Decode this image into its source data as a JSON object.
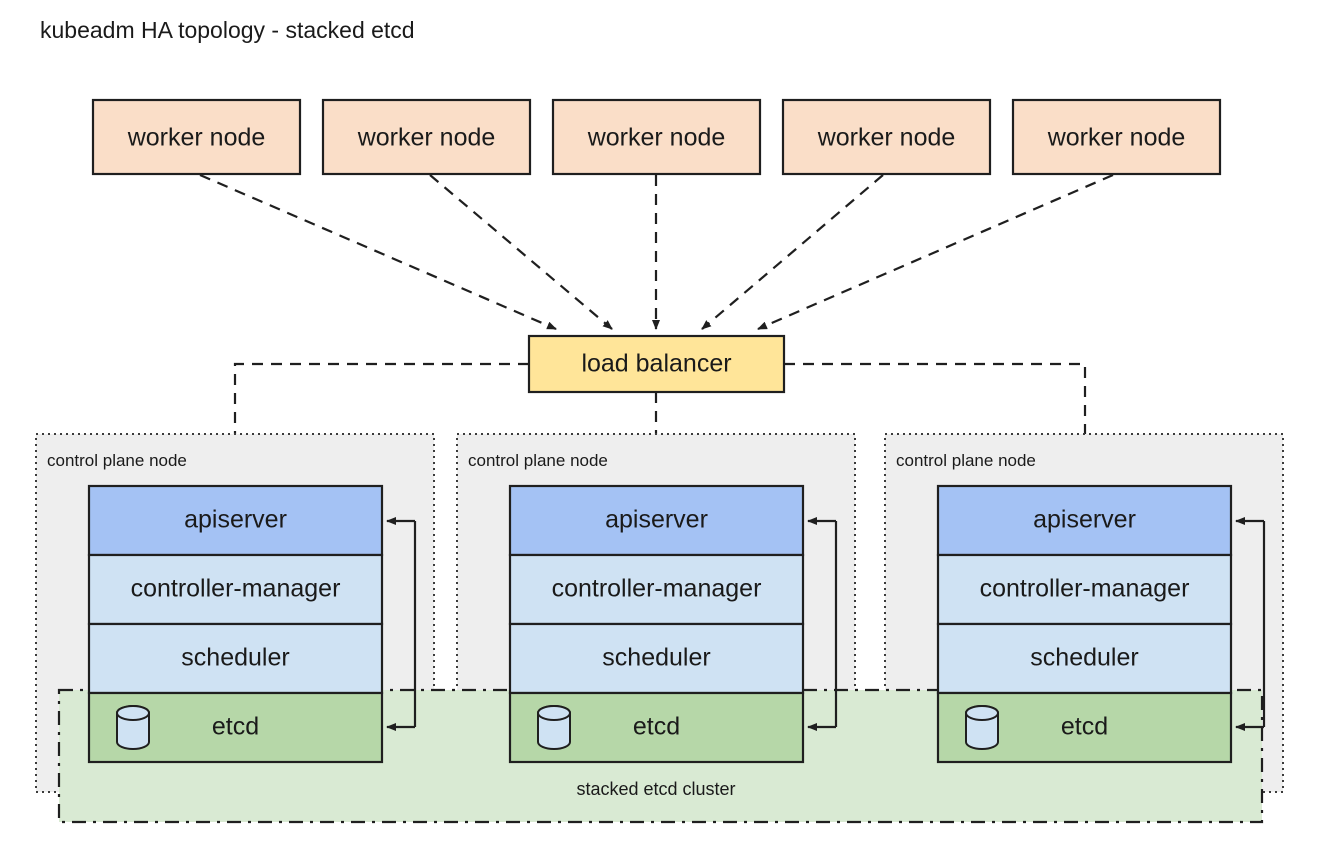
{
  "diagram": {
    "title": "kubeadm HA topology - stacked etcd",
    "type": "architecture-diagram"
  },
  "workers": {
    "label": "worker node",
    "count": 5,
    "color": "#fadec8",
    "items": [
      {
        "label": "worker node"
      },
      {
        "label": "worker node"
      },
      {
        "label": "worker node"
      },
      {
        "label": "worker node"
      },
      {
        "label": "worker node"
      }
    ]
  },
  "load_balancer": {
    "label": "load balancer",
    "color": "#ffe599"
  },
  "control_planes": {
    "group_label": "control plane node",
    "container_color": "#eeeeee",
    "count": 3,
    "components": [
      {
        "name": "apiserver",
        "label": "apiserver",
        "color": "#a4c2f4"
      },
      {
        "name": "controller-manager",
        "label": "controller-manager",
        "color": "#cfe2f3"
      },
      {
        "name": "scheduler",
        "label": "scheduler",
        "color": "#cfe2f3"
      },
      {
        "name": "etcd",
        "label": "etcd",
        "color": "#b6d7a8",
        "icon": "database-cylinder-icon"
      }
    ],
    "items": [
      {
        "group_label": "control plane node"
      },
      {
        "group_label": "control plane node"
      },
      {
        "group_label": "control plane node"
      }
    ]
  },
  "etcd_cluster": {
    "label": "stacked etcd cluster",
    "color": "#d9ead3"
  },
  "colors": {
    "stroke": "#1f1f1f",
    "background": "#ffffff",
    "worker": "#fadec8",
    "load_balancer": "#ffe599",
    "apiserver": "#a4c2f4",
    "component": "#cfe2f3",
    "etcd": "#b6d7a8",
    "etcd_cluster": "#d9ead3",
    "cp_container": "#eeeeee"
  }
}
